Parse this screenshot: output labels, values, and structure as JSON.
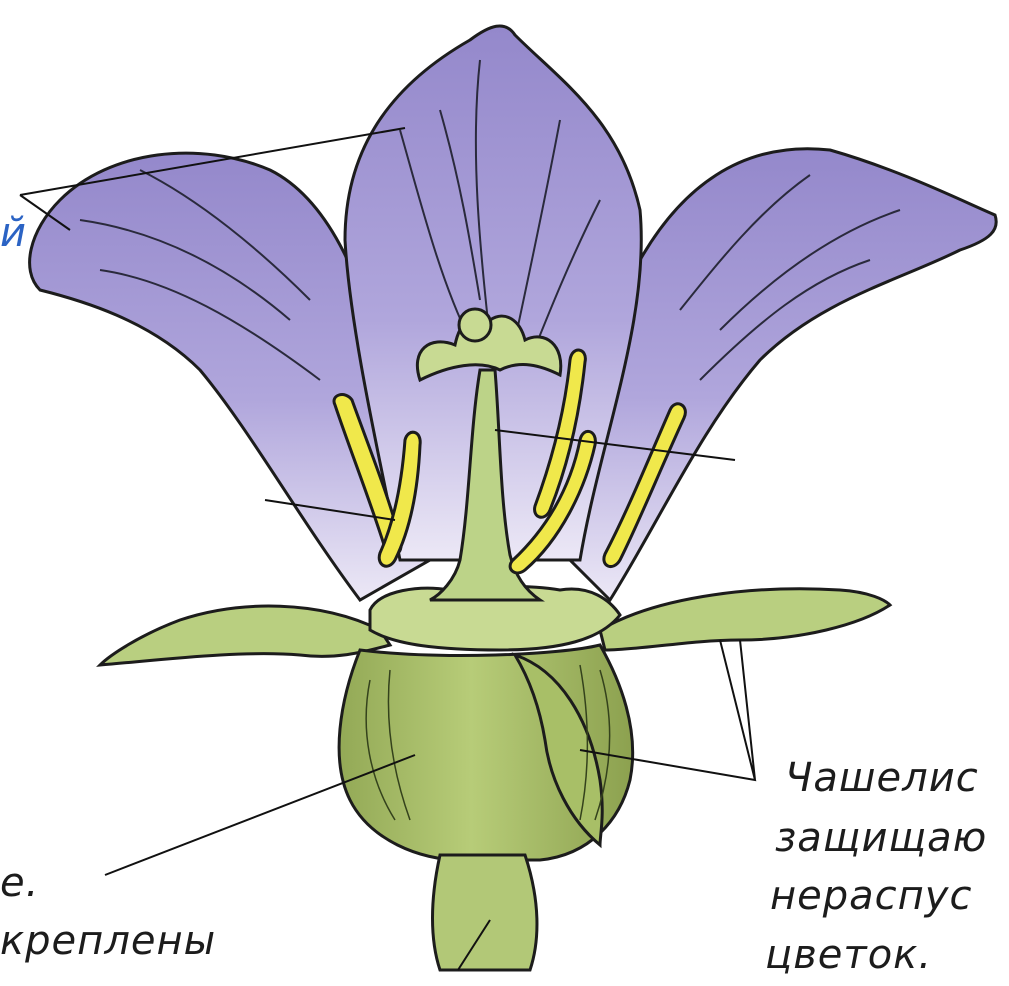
{
  "labels": {
    "left_edge_top": "й",
    "left_bottom_line1": "е.",
    "left_bottom_line2": "креплены",
    "right_line1": "Чашелис",
    "right_line2": "защищаю",
    "right_line3": "нераспус",
    "right_line4": "цветок. "
  },
  "colors": {
    "petal": "#9b8fd0",
    "petal_light": "#e4def4",
    "stamen": "#f1e84a",
    "sepal": "#b8cf7e",
    "ovary": "#a9bf6a",
    "outline": "#1c1c1c"
  }
}
